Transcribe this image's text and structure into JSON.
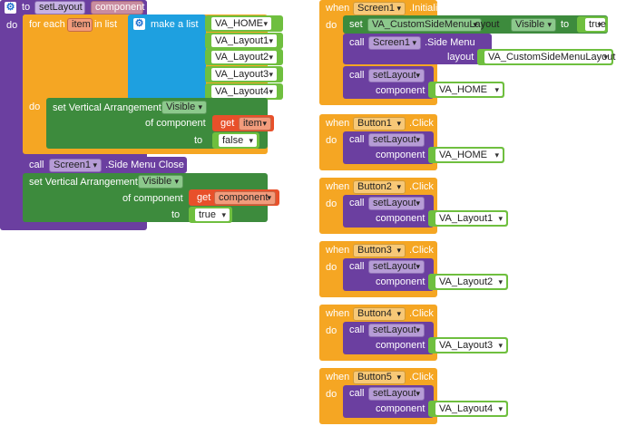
{
  "proc_block": {
    "to": "to",
    "name": "setLayout",
    "param": "component",
    "do": "do",
    "foreach": {
      "label": "for each",
      "var": "item",
      "in_list": "in list",
      "make_list": "make a list",
      "items": [
        "VA_HOME",
        "VA_Layout1",
        "VA_Layout2",
        "VA_Layout3",
        "VA_Layout4"
      ],
      "do": "do",
      "set_block": {
        "set": "set Vertical Arrangement.",
        "prop": "Visible",
        "of_component": "of component",
        "get": "get",
        "get_var": "item",
        "to": "to",
        "value": "false"
      }
    },
    "call_block": {
      "call": "call",
      "component": "Screen1",
      "method": ".Side Menu Close"
    },
    "set_block2": {
      "set": "set Vertical Arrangement.",
      "prop": "Visible",
      "of_component": "of component",
      "get": "get",
      "get_var": "component",
      "to": "to",
      "value": "true"
    }
  },
  "init_block": {
    "when": "when",
    "component": "Screen1",
    "event": ".Initialize",
    "do": "do",
    "set": "set",
    "set_component": "VA_CustomSideMenuLayout",
    "set_prop": "Visible",
    "set_to": "to",
    "set_value": "true",
    "call": "call",
    "call_component": "Screen1",
    "call_method": ".Side Menu",
    "layout_label": "layout",
    "layout_value": "VA_CustomSideMenuLayout",
    "call2": "call",
    "call2_proc": "setLayout",
    "call2_param": "component",
    "call2_value": "VA_HOME"
  },
  "button_events": [
    {
      "when": "when",
      "button": "Button1",
      "event": ".Click",
      "do": "do",
      "call": "call",
      "proc": "setLayout",
      "param": "component",
      "value": "VA_HOME"
    },
    {
      "when": "when",
      "button": "Button2",
      "event": ".Click",
      "do": "do",
      "call": "call",
      "proc": "setLayout",
      "param": "component",
      "value": "VA_Layout1"
    },
    {
      "when": "when",
      "button": "Button3",
      "event": ".Click",
      "do": "do",
      "call": "call",
      "proc": "setLayout",
      "param": "component",
      "value": "VA_Layout2"
    },
    {
      "when": "when",
      "button": "Button4",
      "event": ".Click",
      "do": "do",
      "call": "call",
      "proc": "setLayout",
      "param": "component",
      "value": "VA_Layout3"
    },
    {
      "when": "when",
      "button": "Button5",
      "event": ".Click",
      "do": "do",
      "call": "call",
      "proc": "setLayout",
      "param": "component",
      "value": "VA_Layout4"
    }
  ],
  "colors": {
    "procedure": "#6b3fa0",
    "control": "#f5a623",
    "list": "#1ea0e0",
    "setter": "#3d8b3d",
    "text_value": "#6fbf3f",
    "getter": "#e8502a"
  }
}
